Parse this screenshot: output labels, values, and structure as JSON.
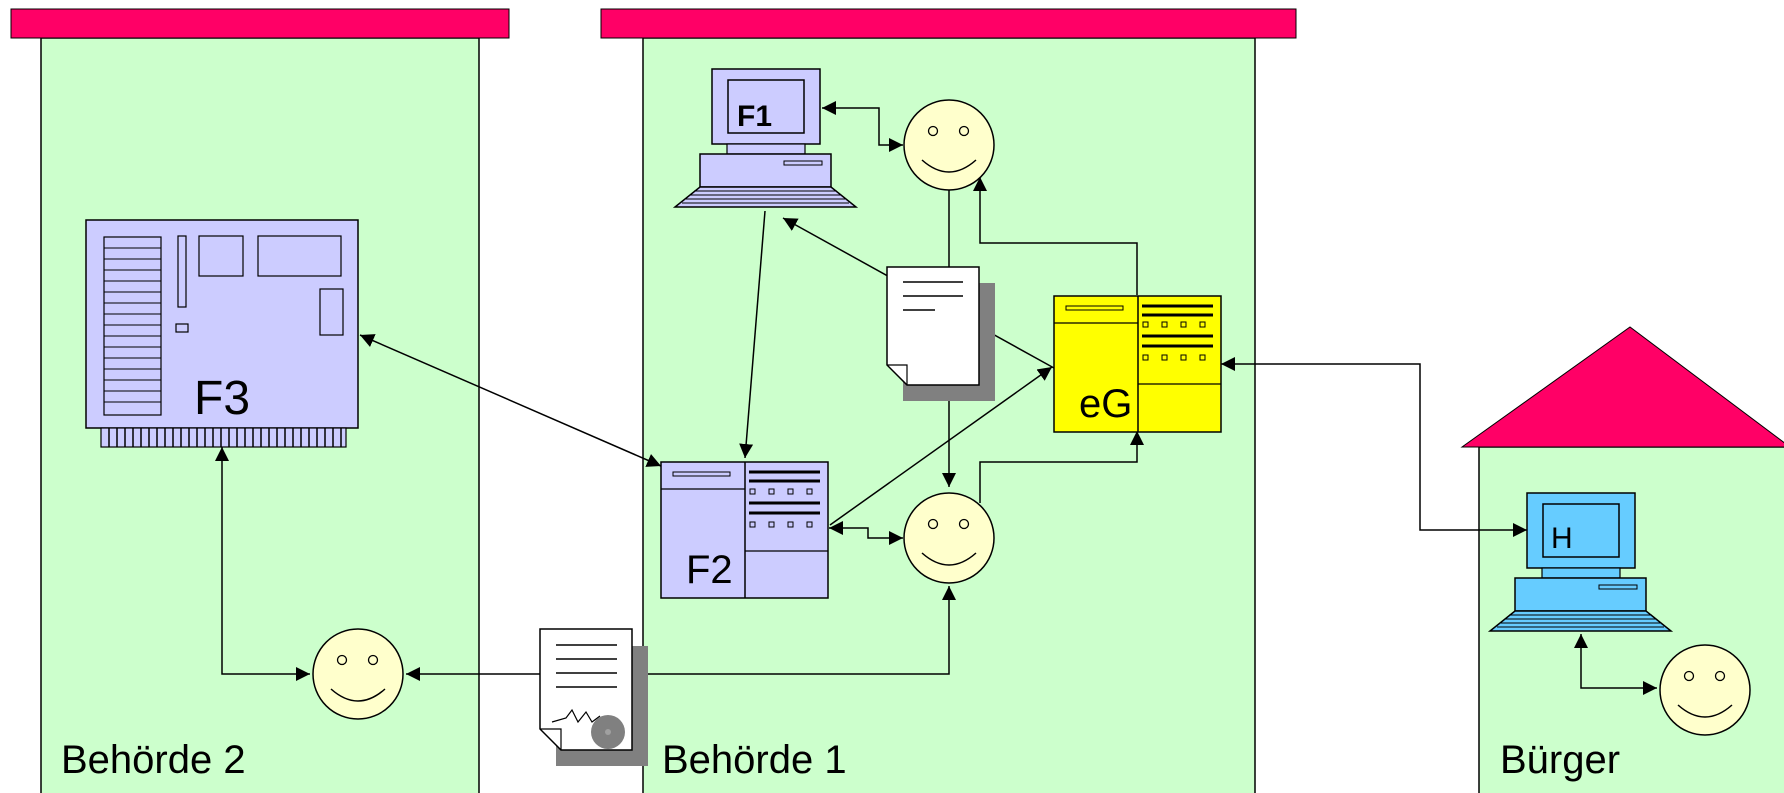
{
  "buildings": {
    "behoerde2": {
      "label": "Behörde 2"
    },
    "behoerde1": {
      "label": "Behörde 1"
    },
    "buerger": {
      "label": "Bürger"
    }
  },
  "devices": {
    "f1": {
      "label": "F1"
    },
    "f2": {
      "label": "F2"
    },
    "f3": {
      "label": "F3"
    },
    "eg": {
      "label": "eG"
    },
    "h": {
      "label": "H"
    }
  },
  "colors": {
    "roof": "#ff0066",
    "building": "#ccffcc",
    "device_lavender": "#ccccff",
    "device_yellow": "#ffff00",
    "device_cyan": "#66ccff",
    "face": "#ffffcc",
    "doc_shadow": "#808080"
  },
  "icons": {
    "person": "smiley-face-icon",
    "document": "document-icon",
    "signed_document": "signed-document-icon",
    "computer": "desktop-computer-icon",
    "server": "server-icon",
    "board": "circuit-board-icon"
  }
}
